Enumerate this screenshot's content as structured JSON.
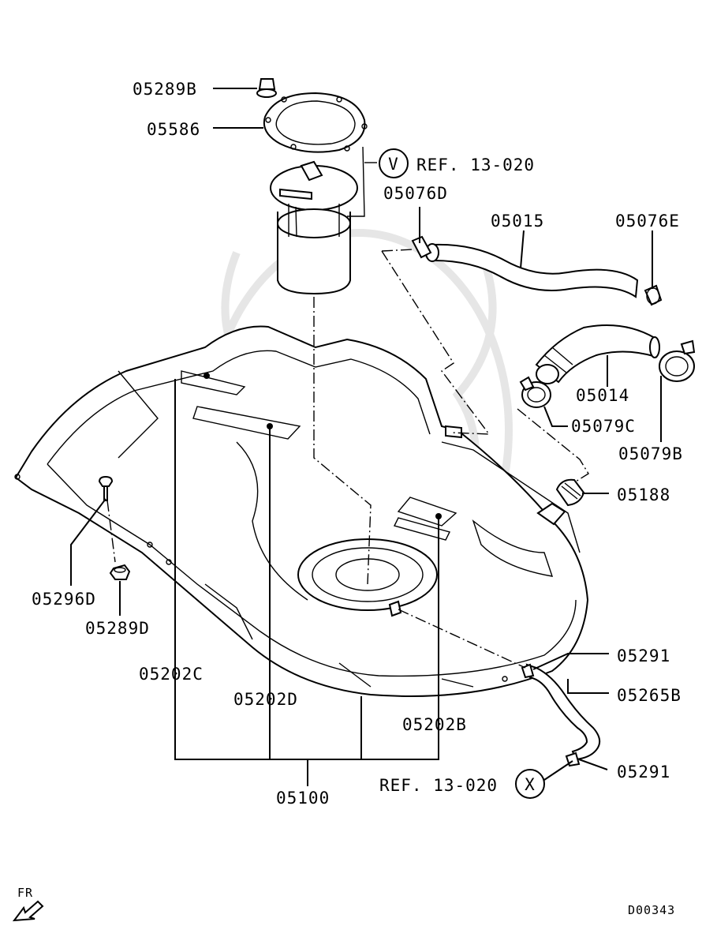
{
  "diagram_id": "D00343",
  "orientation": "FR",
  "parts": [
    {
      "id": "p1",
      "label": "05289B"
    },
    {
      "id": "p2",
      "label": "05586"
    },
    {
      "id": "p3",
      "label": "05076D"
    },
    {
      "id": "p4",
      "label": "05015"
    },
    {
      "id": "p5",
      "label": "05076E"
    },
    {
      "id": "p6",
      "label": "05014"
    },
    {
      "id": "p7",
      "label": "05079C"
    },
    {
      "id": "p8",
      "label": "05079B"
    },
    {
      "id": "p9",
      "label": "05188"
    },
    {
      "id": "p10",
      "label": "05296D"
    },
    {
      "id": "p11",
      "label": "05289D"
    },
    {
      "id": "p12",
      "label": "05202C"
    },
    {
      "id": "p13",
      "label": "05202D"
    },
    {
      "id": "p14",
      "label": "05202B"
    },
    {
      "id": "p15",
      "label": "05100"
    },
    {
      "id": "p16",
      "label": "05291"
    },
    {
      "id": "p17",
      "label": "05265B"
    },
    {
      "id": "p18",
      "label": "05291"
    }
  ],
  "references": [
    {
      "id": "ref1",
      "marker": "V",
      "text": "REF. 13-020"
    },
    {
      "id": "ref2",
      "marker": "X",
      "text": "REF. 13-020"
    }
  ]
}
